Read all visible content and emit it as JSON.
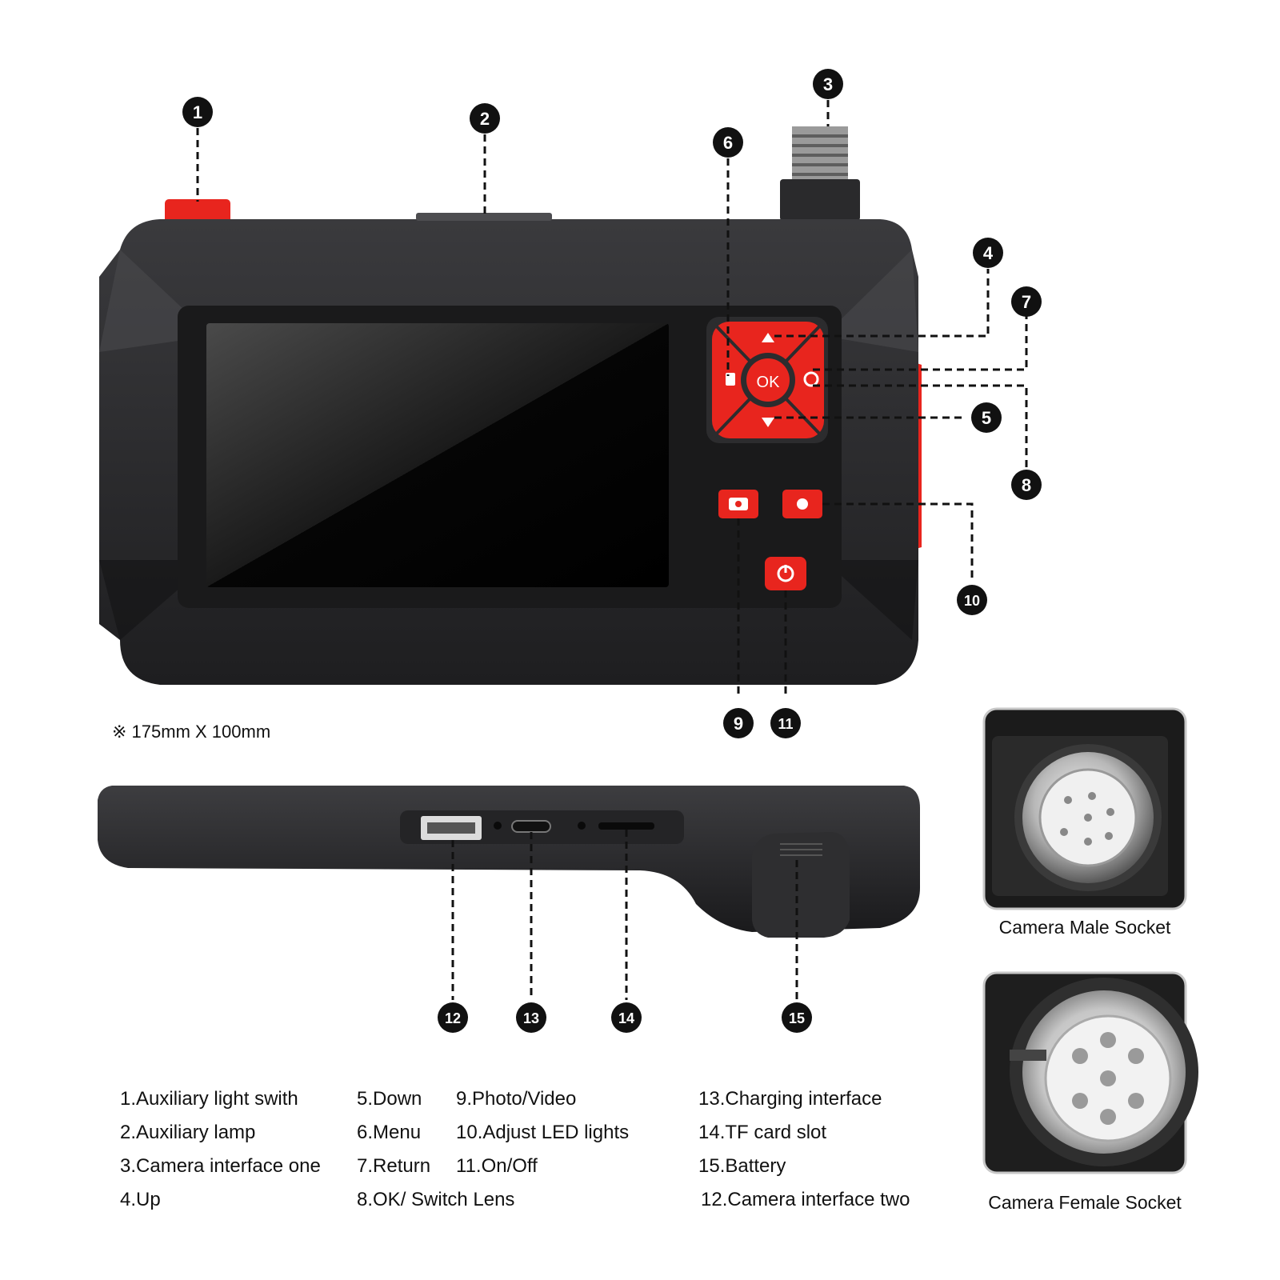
{
  "dimension_note": "※ 175mm X 100mm",
  "callouts": {
    "n1": "1",
    "n2": "2",
    "n3": "3",
    "n4": "4",
    "n5": "5",
    "n6": "6",
    "n7": "7",
    "n8": "8",
    "n9": "9",
    "n10": "10",
    "n11": "11",
    "n12": "12",
    "n13": "13",
    "n14": "14",
    "n15": "15"
  },
  "device": {
    "ok_label": "OK"
  },
  "legend": {
    "col1": [
      "1.Auxiliary light swith",
      "2.Auxiliary lamp",
      "3.Camera interface one",
      "4.Up"
    ],
    "col2": [
      "5.Down",
      "6.Menu",
      "7.Return",
      "8.OK/ Switch Lens"
    ],
    "col3": [
      "9.Photo/Video",
      "10.Adjust LED lights",
      "11.On/Off"
    ],
    "col4": [
      "13.Charging interface",
      "14.TF card slot",
      "15.Battery",
      "12.Camera interface two"
    ]
  },
  "sockets": {
    "male": "Camera Male Socket",
    "female": "Camera Female Socket"
  },
  "colors": {
    "body": "#2c2c2e",
    "accent": "#e8251e",
    "screen": "#050505"
  }
}
